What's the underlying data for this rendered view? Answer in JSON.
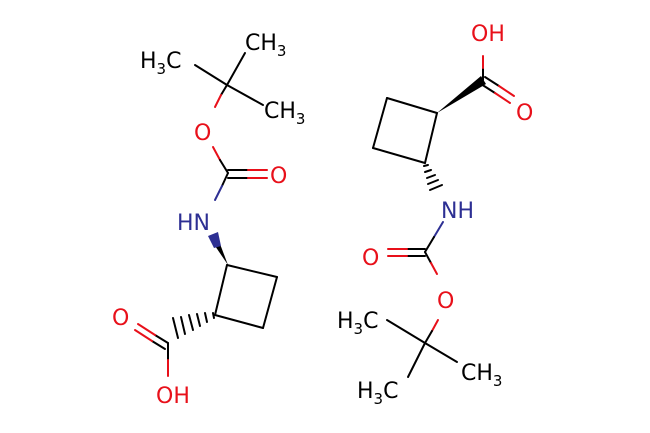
{
  "title": "Boc-protected 2-aminocyclobutanecarboxylic acid enantiomers",
  "colors": {
    "carbon": "#000000",
    "oxygen": "#e8101a",
    "nitrogen": "#2d2f93",
    "background": "#ffffff"
  },
  "left_molecule": {
    "h3c": {
      "a": "H",
      "sub": "3",
      "b": "C"
    },
    "ch3_top": {
      "a": "CH",
      "sub": "3"
    },
    "ch3_right": {
      "a": "CH",
      "sub": "3"
    },
    "ester_o": "O",
    "carbonyl_o": "O",
    "nh": "HN",
    "acid_o": "O",
    "oh": "OH"
  },
  "right_molecule": {
    "oh": "OH",
    "acid_o": "O",
    "nh": "NH",
    "carbonyl_o": "O",
    "ester_o": "O",
    "h3c_upper": {
      "a": "H",
      "sub": "3",
      "b": "C"
    },
    "ch3_right": {
      "a": "CH",
      "sub": "3"
    },
    "h3c_lower": {
      "a": "H",
      "sub": "3",
      "b": "C"
    }
  }
}
